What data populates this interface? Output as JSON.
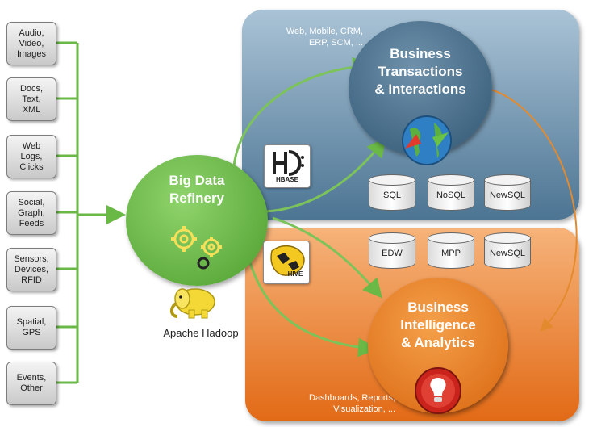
{
  "sources": [
    "Audio,\nVideo,\nImages",
    "Docs,\nText,\nXML",
    "Web\nLogs,\nClicks",
    "Social,\nGraph,\nFeeds",
    "Sensors,\nDevices,\nRFID",
    "Spatial,\nGPS",
    "Events,\nOther"
  ],
  "refinery": {
    "title": "Big Data\nRefinery",
    "hadoop_label": "Apache Hadoop"
  },
  "transactions": {
    "caption": "Web, Mobile, CRM,\nERP, SCM, ...",
    "title": "Business\nTransactions\n& Interactions",
    "stores": [
      "SQL",
      "NoSQL",
      "NewSQL"
    ],
    "hbase_label": "HBASE"
  },
  "intelligence": {
    "stores": [
      "EDW",
      "MPP",
      "NewSQL"
    ],
    "title": "Business\nIntelligence\n& Analytics",
    "caption": "Dashboards, Reports,\nVisualization, ...",
    "hive_label": "HIVE"
  },
  "colors": {
    "green": "#6ab845",
    "orange": "#e48a2e",
    "blue_panel": "#4c7593",
    "orange_panel": "#e26a16"
  }
}
